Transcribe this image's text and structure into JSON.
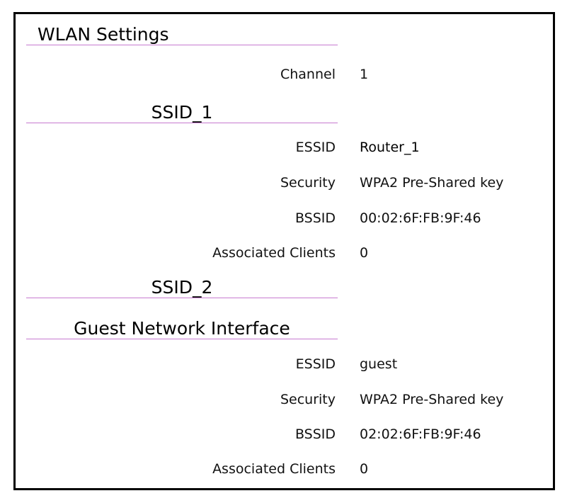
{
  "title": "WLAN Settings",
  "channel": {
    "label": "Channel",
    "value": "1"
  },
  "ssid1": {
    "heading": "SSID_1",
    "essid": {
      "label": "ESSID",
      "value": "Router_1"
    },
    "security": {
      "label": "Security",
      "value": "WPA2 Pre-Shared key"
    },
    "bssid": {
      "label": "BSSID",
      "value": "00:02:6F:FB:9F:46"
    },
    "clients": {
      "label": "Associated Clients",
      "value": "0"
    }
  },
  "ssid2": {
    "heading": "SSID_2"
  },
  "guest": {
    "heading": "Guest Network Interface",
    "essid": {
      "label": "ESSID",
      "value": "guest"
    },
    "security": {
      "label": "Security",
      "value": "WPA2 Pre-Shared key"
    },
    "bssid": {
      "label": "BSSID",
      "value": "02:02:6F:FB:9F:46"
    },
    "clients": {
      "label": "Associated Clients",
      "value": "0"
    }
  },
  "colors": {
    "divider": "#c77ad0",
    "border": "#000000"
  }
}
